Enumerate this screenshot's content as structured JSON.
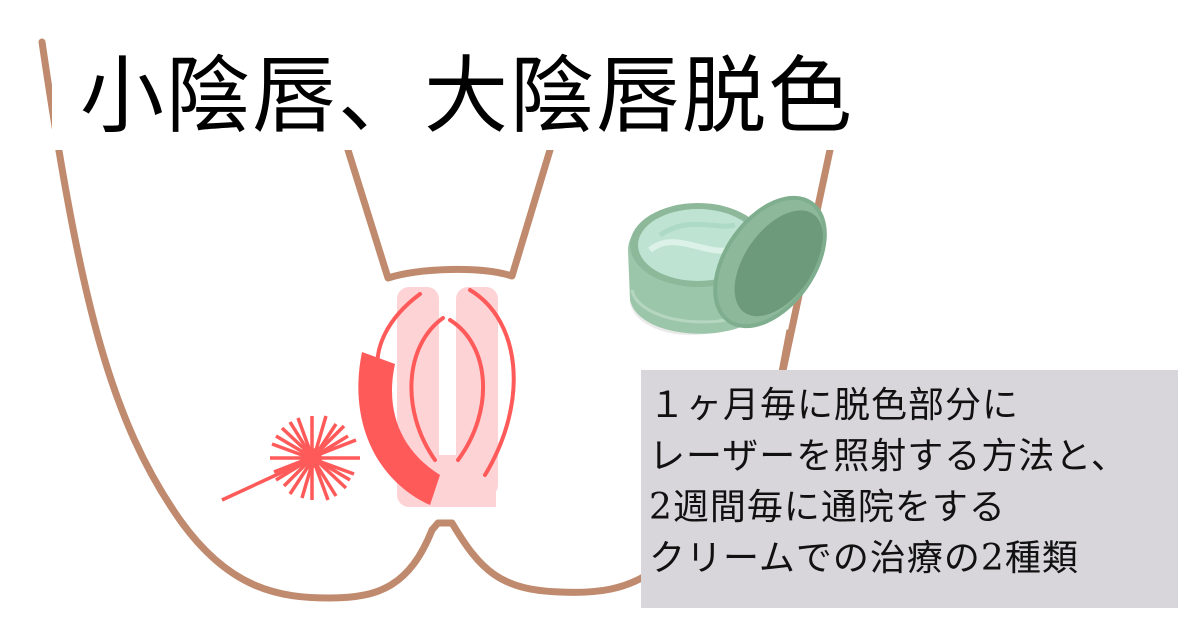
{
  "title": "小陰唇、大陰唇脱色",
  "note": {
    "lines": [
      "１ヶ月毎に脱色部分に",
      "レーザーを照射する方法と、",
      "2週間毎に通院をする",
      "クリームでの治療の2種類"
    ]
  },
  "illustration": {
    "body_outline_icon": "body-outline-icon",
    "labia_icon": "labia-icon",
    "laser_icon": "laser-beam-icon",
    "cream_jar_icon": "cream-jar-icon"
  },
  "colors": {
    "outline": "#C08A6E",
    "laser_red": "#FF5A5A",
    "pink": "#FDD3D6",
    "cream_green": "#8DB89A",
    "note_bg": "#D8D6DB"
  }
}
